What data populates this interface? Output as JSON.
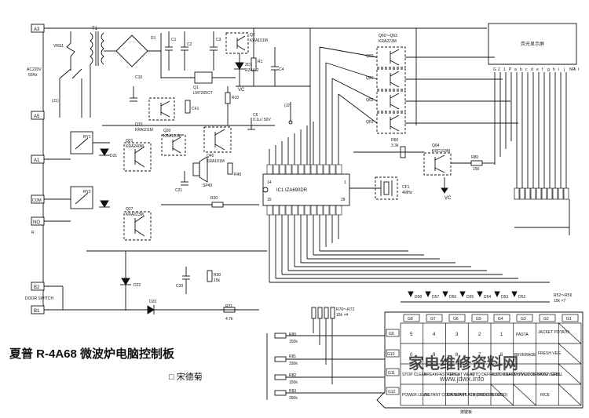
{
  "title": "夏普 R-4A68 微波炉电脑控制板",
  "author": "□ 宋德菊",
  "watermark": "家电维修资料网",
  "watermark_url": "www.jdwx.info",
  "terminals": [
    "A3",
    "A5",
    "A1",
    "COM",
    "NO",
    "B2",
    "B1"
  ],
  "labels": {
    "ac_in": "AC220V",
    "ac_freq": "50Hz",
    "r_label": "R",
    "door_switch": "DOOR SWITCH",
    "t1": "T1",
    "vrs1": "VRS1",
    "d1": "D1",
    "c1": "C1",
    "c2": "C2",
    "c3": "C3",
    "c4": "C4",
    "c10": "C10",
    "q1": "Q1",
    "q1_part": "LM7205CT",
    "q2": "Q2",
    "q2_part": "KRA101M",
    "zd1": "ZD1",
    "zd1_part": "RZ4A-2",
    "r1": "R1",
    "r10": "R10",
    "vc": "VC",
    "q10": "Q10",
    "q10_part": "KRA101M",
    "cf1_a": "CF1",
    "q21": "Q21",
    "q21_part": "KRA240M",
    "q20": "Q20",
    "q20_part": "KRA101M",
    "q40": "Q40",
    "q40_part": "KRA101M",
    "q27": "Q27",
    "q27_part": "KRA223M",
    "c21": "C21",
    "c20": "C20",
    "r20": "R20",
    "r40": "R40",
    "c6": "C6",
    "c6_val": "0.1u / 50V",
    "j1": "(J1)",
    "j2": "(J2)",
    "ry1": "RY1",
    "ry2": "RY2",
    "sp40": "SP40",
    "d20": "D20",
    "d21": "D21",
    "d22": "D22",
    "ic1": "IC1 IZA690DR",
    "ic_pin14": "14",
    "ic_pin15": "15",
    "ic_pin1": "1",
    "ic_pin28": "28",
    "cf1": "CF1",
    "cf1_val": "4MHz",
    "q60_63": "Q60～Q63",
    "q60_63_part": "KRA223M",
    "q60": "Q60",
    "q61": "Q61",
    "q62": "Q62",
    "q63": "Q63",
    "q64": "Q64",
    "q64_part": "KRC103M",
    "r60": "R60",
    "r60_val": "3.3k",
    "r80": "R80",
    "r80_val": "150",
    "display": "荧光显示屏",
    "r31": "R31",
    "r31_val": "4.7k",
    "r30": "R30",
    "r30_val": "15k",
    "r70_72": "R70～R72",
    "r70_72_val": "15k ×4",
    "r52_56": "R52～R56",
    "r52_56_val": "15k ×7",
    "r80b": "R80",
    "r81": "R81",
    "r82": "R82",
    "r83": "R83",
    "r80b_val": "150k",
    "r81_val": "330k",
    "r82_val": "150k",
    "r83_val": "390k",
    "keypad_label": "按键板",
    "display_pins": [
      "G",
      "2",
      "1",
      "P",
      "a",
      "b",
      "c",
      "d",
      "e",
      "f",
      "g",
      "h",
      "i",
      "j",
      "NP",
      "k",
      "l"
    ],
    "diodes_bottom": [
      "D58",
      "D57",
      "D56",
      "D55",
      "D54",
      "D53",
      "D52"
    ]
  },
  "keypad": {
    "columns": [
      "G8",
      "G7",
      "G6",
      "G5",
      "G4",
      "G3",
      "G2",
      "G1"
    ],
    "rows": [
      "G9",
      "G10",
      "G11",
      "G12"
    ],
    "cells": [
      [
        "5",
        "4",
        "3",
        "2",
        "1",
        "PASTA",
        "JACKET POTATO",
        ""
      ],
      [
        "0",
        "9",
        "8",
        "7",
        "6",
        "BEVERAGE",
        "FRESH VEG",
        ""
      ],
      [
        "STOP CLEAR",
        "BREAKFAST GRILL",
        "REHEAT WEAT",
        "AUTO DEFROST/ ROAST",
        "AUTO DEFROST/ COOK",
        "POWER DEFROST/ GRILL",
        "BAKE/ GRILL",
        ""
      ],
      [
        "POWER LEVEL",
        "INSTANT COOK START",
        "DINNER PLATE (FROZEN FOOD)",
        "CHICKEN PIECES",
        "",
        "",
        "RICE",
        ""
      ]
    ]
  }
}
